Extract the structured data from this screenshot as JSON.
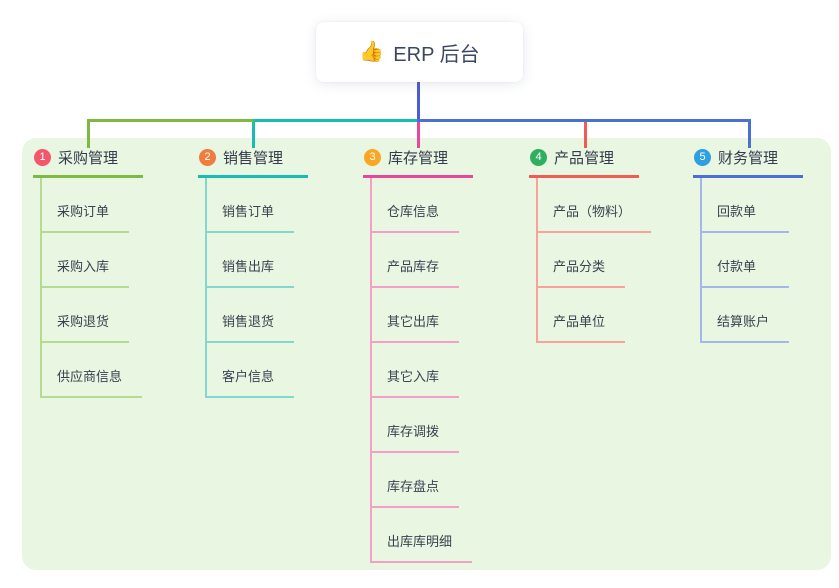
{
  "root": {
    "icon": "👍",
    "label": "ERP 后台"
  },
  "colors": {
    "panel_bg": "#e9f6e2",
    "root_line": "#4b5cd6",
    "root_text": "#3b4660",
    "branch_text": "#333b4c",
    "child_text": "#3a4150"
  },
  "branches": [
    {
      "number": "1",
      "label": "采购管理",
      "line_color": "#7cba41",
      "child_line_color": "#b5da92",
      "badge_color": "#f4566c",
      "items": [
        "采购订单",
        "采购入库",
        "采购退货",
        "供应商信息"
      ]
    },
    {
      "number": "2",
      "label": "销售管理",
      "line_color": "#18bdb2",
      "child_line_color": "#84d6ce",
      "badge_color": "#f07c3d",
      "items": [
        "销售订单",
        "销售出库",
        "销售退货",
        "客户信息"
      ]
    },
    {
      "number": "3",
      "label": "库存管理",
      "line_color": "#e9479c",
      "child_line_color": "#f3a0c8",
      "badge_color": "#f9a623",
      "items": [
        "仓库信息",
        "产品库存",
        "其它出库",
        "其它入库",
        "库存调拨",
        "库存盘点",
        "出库库明细"
      ]
    },
    {
      "number": "4",
      "label": "产品管理",
      "line_color": "#f15b51",
      "child_line_color": "#f8a29b",
      "badge_color": "#2faf5f",
      "items": [
        "产品（物料）",
        "产品分类",
        "产品单位"
      ]
    },
    {
      "number": "5",
      "label": "财务管理",
      "line_color": "#4a70d4",
      "child_line_color": "#a3b8e8",
      "badge_color": "#2e9fe0",
      "items": [
        "回款单",
        "付款单",
        "结算账户"
      ]
    }
  ]
}
